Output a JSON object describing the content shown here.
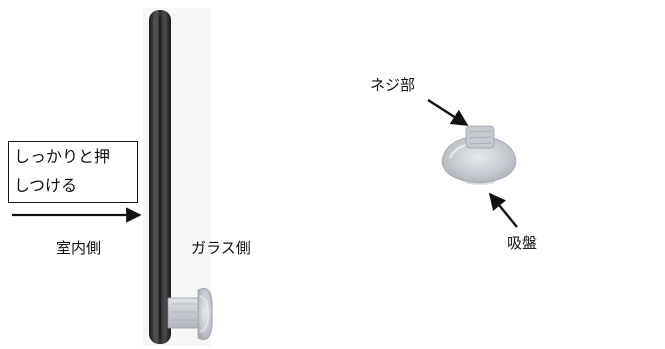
{
  "labels": {
    "press_line1": "しっかりと押",
    "press_line2": "しつける",
    "indoor_side": "室内側",
    "glass_side": "ガラス側",
    "screw_part": "ネジ部",
    "suction_cup": "吸盤"
  },
  "colors": {
    "rod_dark": "#2a2a2a",
    "rod_highlight": "#6b6b6b",
    "suction_cup": "#c9cdd3",
    "arrow": "#111111"
  },
  "icons": {
    "rod": "vertical-rod-icon",
    "mount_cup": "suction-mount-icon",
    "cup": "suction-cup-icon"
  }
}
